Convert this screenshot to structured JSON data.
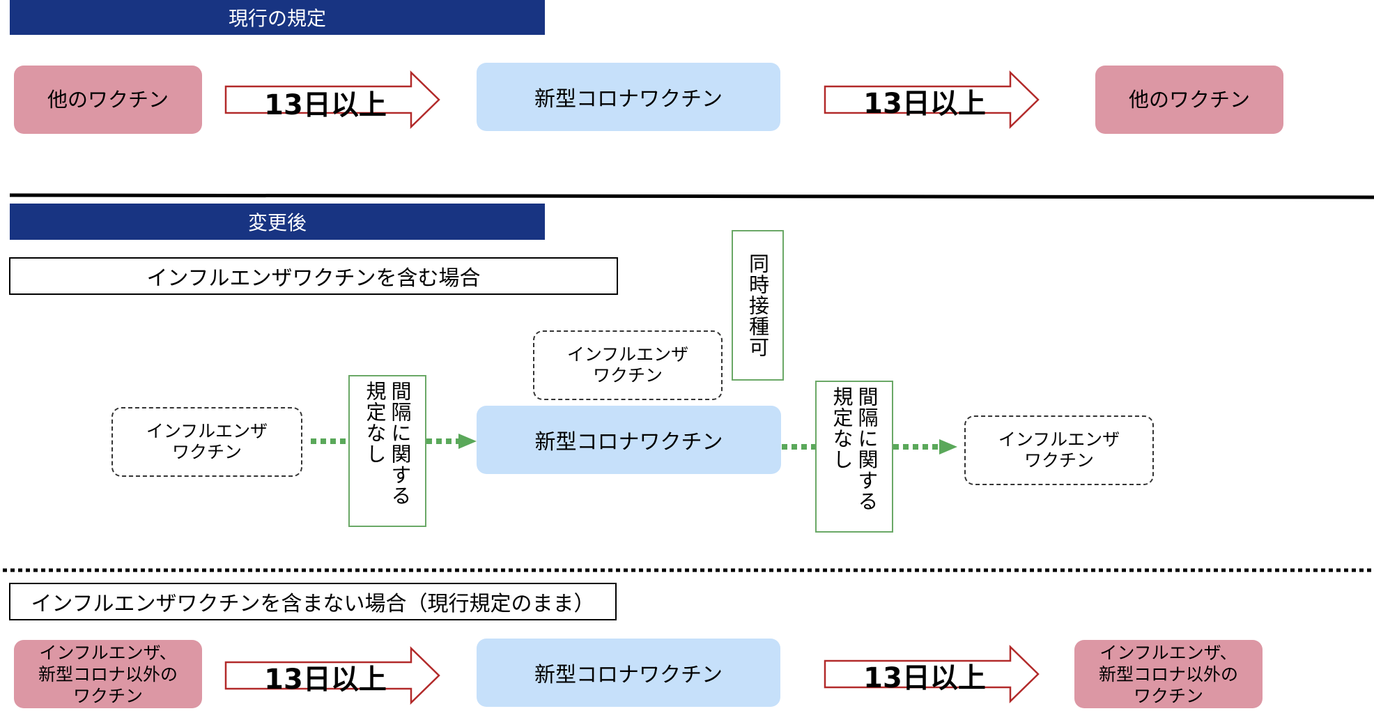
{
  "current": {
    "banner": "現行の規定",
    "left_box": "他のワクチン",
    "arrow1": "13日以上",
    "center_box": "新型コロナワクチン",
    "arrow2": "13日以上",
    "right_box": "他のワクチン"
  },
  "changed": {
    "banner": "変更後",
    "with_flu": {
      "title": "インフルエンザワクチンを含む場合",
      "left_box": "インフルエンザ\nワクチン",
      "left_interval": "間隔に関する規定なし",
      "top_box": "インフルエンザ\nワクチン",
      "simultaneous": "同時接種可",
      "center_box": "新型コロナワクチン",
      "right_interval": "間隔に関する規定なし",
      "right_box": "インフルエンザ\nワクチン"
    },
    "without_flu": {
      "title": "インフルエンザワクチンを含まない場合（現行規定のまま）",
      "left_box": "インフルエンザ、\n新型コロナ以外の\nワクチン",
      "arrow1": "13日以上",
      "center_box": "新型コロナワクチン",
      "arrow2": "13日以上",
      "right_box": "インフルエンザ、\n新型コロナ以外の\nワクチン"
    }
  },
  "colors": {
    "banner": "#183482",
    "pink": "#dc97a4",
    "blue": "#c6e0fa",
    "arrow_outline": "#b22a2a",
    "green": "#5aa85a"
  }
}
